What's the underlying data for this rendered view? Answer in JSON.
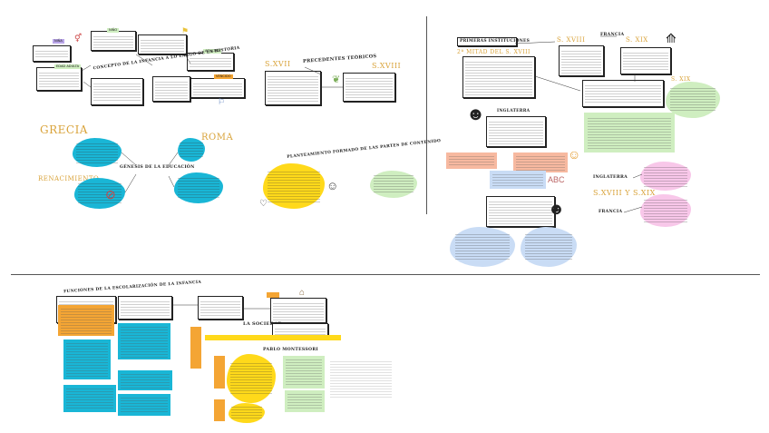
{
  "sections": {
    "concept": {
      "title": "CONCEPTO DE LA INFANCIA A LO LARGO DE LA HISTORIA",
      "tags": [
        "NIÑA",
        "NIÑO",
        "ADULTEZ",
        "EDAD ADULTA",
        "VENCIDO"
      ]
    },
    "precedents": {
      "title": "PRECEDENTES TEÓRICOS",
      "left": "S.XVII",
      "right": "S.XVIII"
    },
    "genesis": {
      "title": "GÉNESIS DE LA EDUCACIÓN",
      "grecia": "GRECIA",
      "roma": "ROMA",
      "renacimiento": "RENACIMIENTO"
    },
    "approach": {
      "title": "PLANTEAMIENTO FORMADO DE LAS PARTES DE CONTENIDO"
    },
    "institutions": {
      "title": "PRIMERAS INSTITUCIONES",
      "subtitle": "2ª MITAD DEL S. XVIII",
      "inglaterra": "INGLATERRA",
      "francia": "FRANCIA",
      "sxviii": "S. XVIII",
      "sxix": "S. XIX",
      "sxviii_sxix": "S.XVIII Y S.XIX",
      "inglaterra2": "INGLATERRA",
      "francia2": "FRANCIA"
    },
    "functions": {
      "title": "FUNCIONES DE LA ESCOLARIZACIÓN DE LA INFANCIA",
      "society": "LA SOCIEDAD",
      "montessori": "PABLO MONTESSORI"
    }
  },
  "colors": {
    "gold": "#d9a33a",
    "cyan": "#19b6d6",
    "yellow": "#ffd91a",
    "green": "#cfeec0",
    "pink": "#f8c7e9",
    "purple": "#b9a5e8",
    "orange": "#f4a534",
    "salmon": "#f7b9a0",
    "blue": "#c9dcf5"
  }
}
